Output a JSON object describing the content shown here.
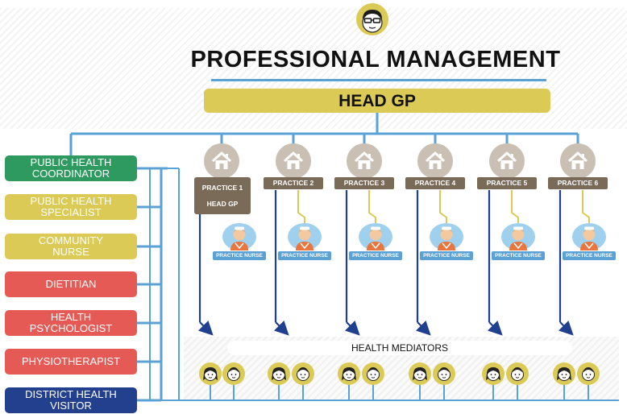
{
  "title": "PROFESSIONAL MANAGEMENT",
  "head": "HEAD GP",
  "top_icon": "glasses-face-icon",
  "house_icon": "house-icon",
  "nurse_icon": "nurse-icon",
  "mediator_icon": "face-icon",
  "colors": {
    "accent_blue": "#5aa1d6",
    "navy_arrow": "#1f3f8f",
    "gold": "#dcca56",
    "practice_brown": "#7a6a58",
    "house_circle": "#c9bfb3"
  },
  "roles": [
    {
      "label": "PUBLIC HEALTH\nCOORDINATOR",
      "color": "#2e9a5f"
    },
    {
      "label": "PUBLIC HEALTH\nSPECIALIST",
      "color": "#dcca56"
    },
    {
      "label": "COMMUNITY\nNURSE",
      "color": "#dcca56"
    },
    {
      "label": "DIETITIAN",
      "color": "#e65a56"
    },
    {
      "label": "HEALTH\nPSYCHOLOGIST",
      "color": "#e65a56"
    },
    {
      "label": "PHYSIOTHERAPIST",
      "color": "#e65a56"
    },
    {
      "label": "DISTRICT HEALTH\nVISITOR",
      "color": "#23408f"
    }
  ],
  "practices": [
    {
      "label": "PRACTICE 1",
      "sublabel": "HEAD GP",
      "nurse": "PRACTICE NURSE"
    },
    {
      "label": "PRACTICE 2",
      "nurse": "PRACTICE NURSE"
    },
    {
      "label": "PRACTICE 3",
      "nurse": "PRACTICE NURSE"
    },
    {
      "label": "PRACTICE 4",
      "nurse": "PRACTICE NURSE"
    },
    {
      "label": "PRACTICE 5",
      "nurse": "PRACTICE NURSE"
    },
    {
      "label": "PRACTICE 6",
      "nurse": "PRACTICE NURSE"
    }
  ],
  "mediators_label": "HEALTH MEDIATORS"
}
